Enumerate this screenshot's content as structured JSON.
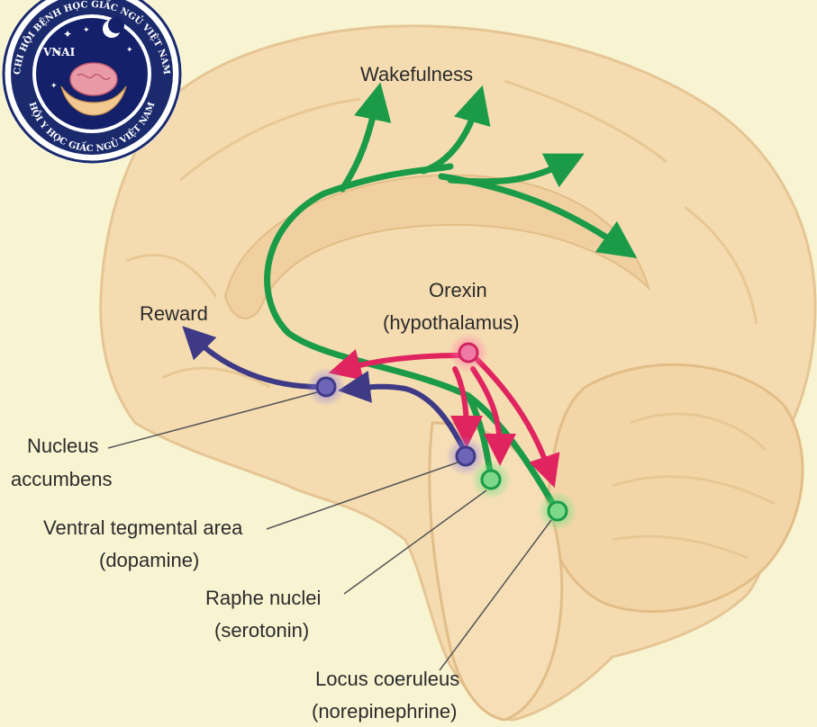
{
  "badge": {
    "ring_text_top": "CHI HỘI BỆNH HỌC GIẤC NGỦ VIỆT NAM",
    "ring_text_bottom": "HỘI Y HỌC GIẤC NGỦ VIỆT NAM",
    "center_text": "VNAI",
    "colors": {
      "outer": "#ffffff",
      "ring": "#1a2a6c",
      "inner": "#14206a",
      "brain": "#e99aa6",
      "hands": "#f3c992"
    }
  },
  "labels": {
    "wakefulness": "Wakefulness",
    "reward": "Reward",
    "orexin_title": "Orexin",
    "orexin_sub": "(hypothalamus)",
    "nucleus_line1": "Nucleus",
    "nucleus_line2": "accumbens",
    "vta_line1": "Ventral tegmental area",
    "vta_line2": "(dopamine)",
    "raphe_line1": "Raphe nuclei",
    "raphe_line2": "(serotonin)",
    "locus_line1": "Locus coeruleus",
    "locus_line2": "(norepinephrine)"
  },
  "colors": {
    "background": "#f8f4d2",
    "brain_fill": "#f5dcb0",
    "brain_outline": "#e6c594",
    "green_pathway": "#1b9b48",
    "pink_pathway": "#e0245f",
    "purple_pathway": "#3f3a86",
    "leader_line": "#555555"
  }
}
